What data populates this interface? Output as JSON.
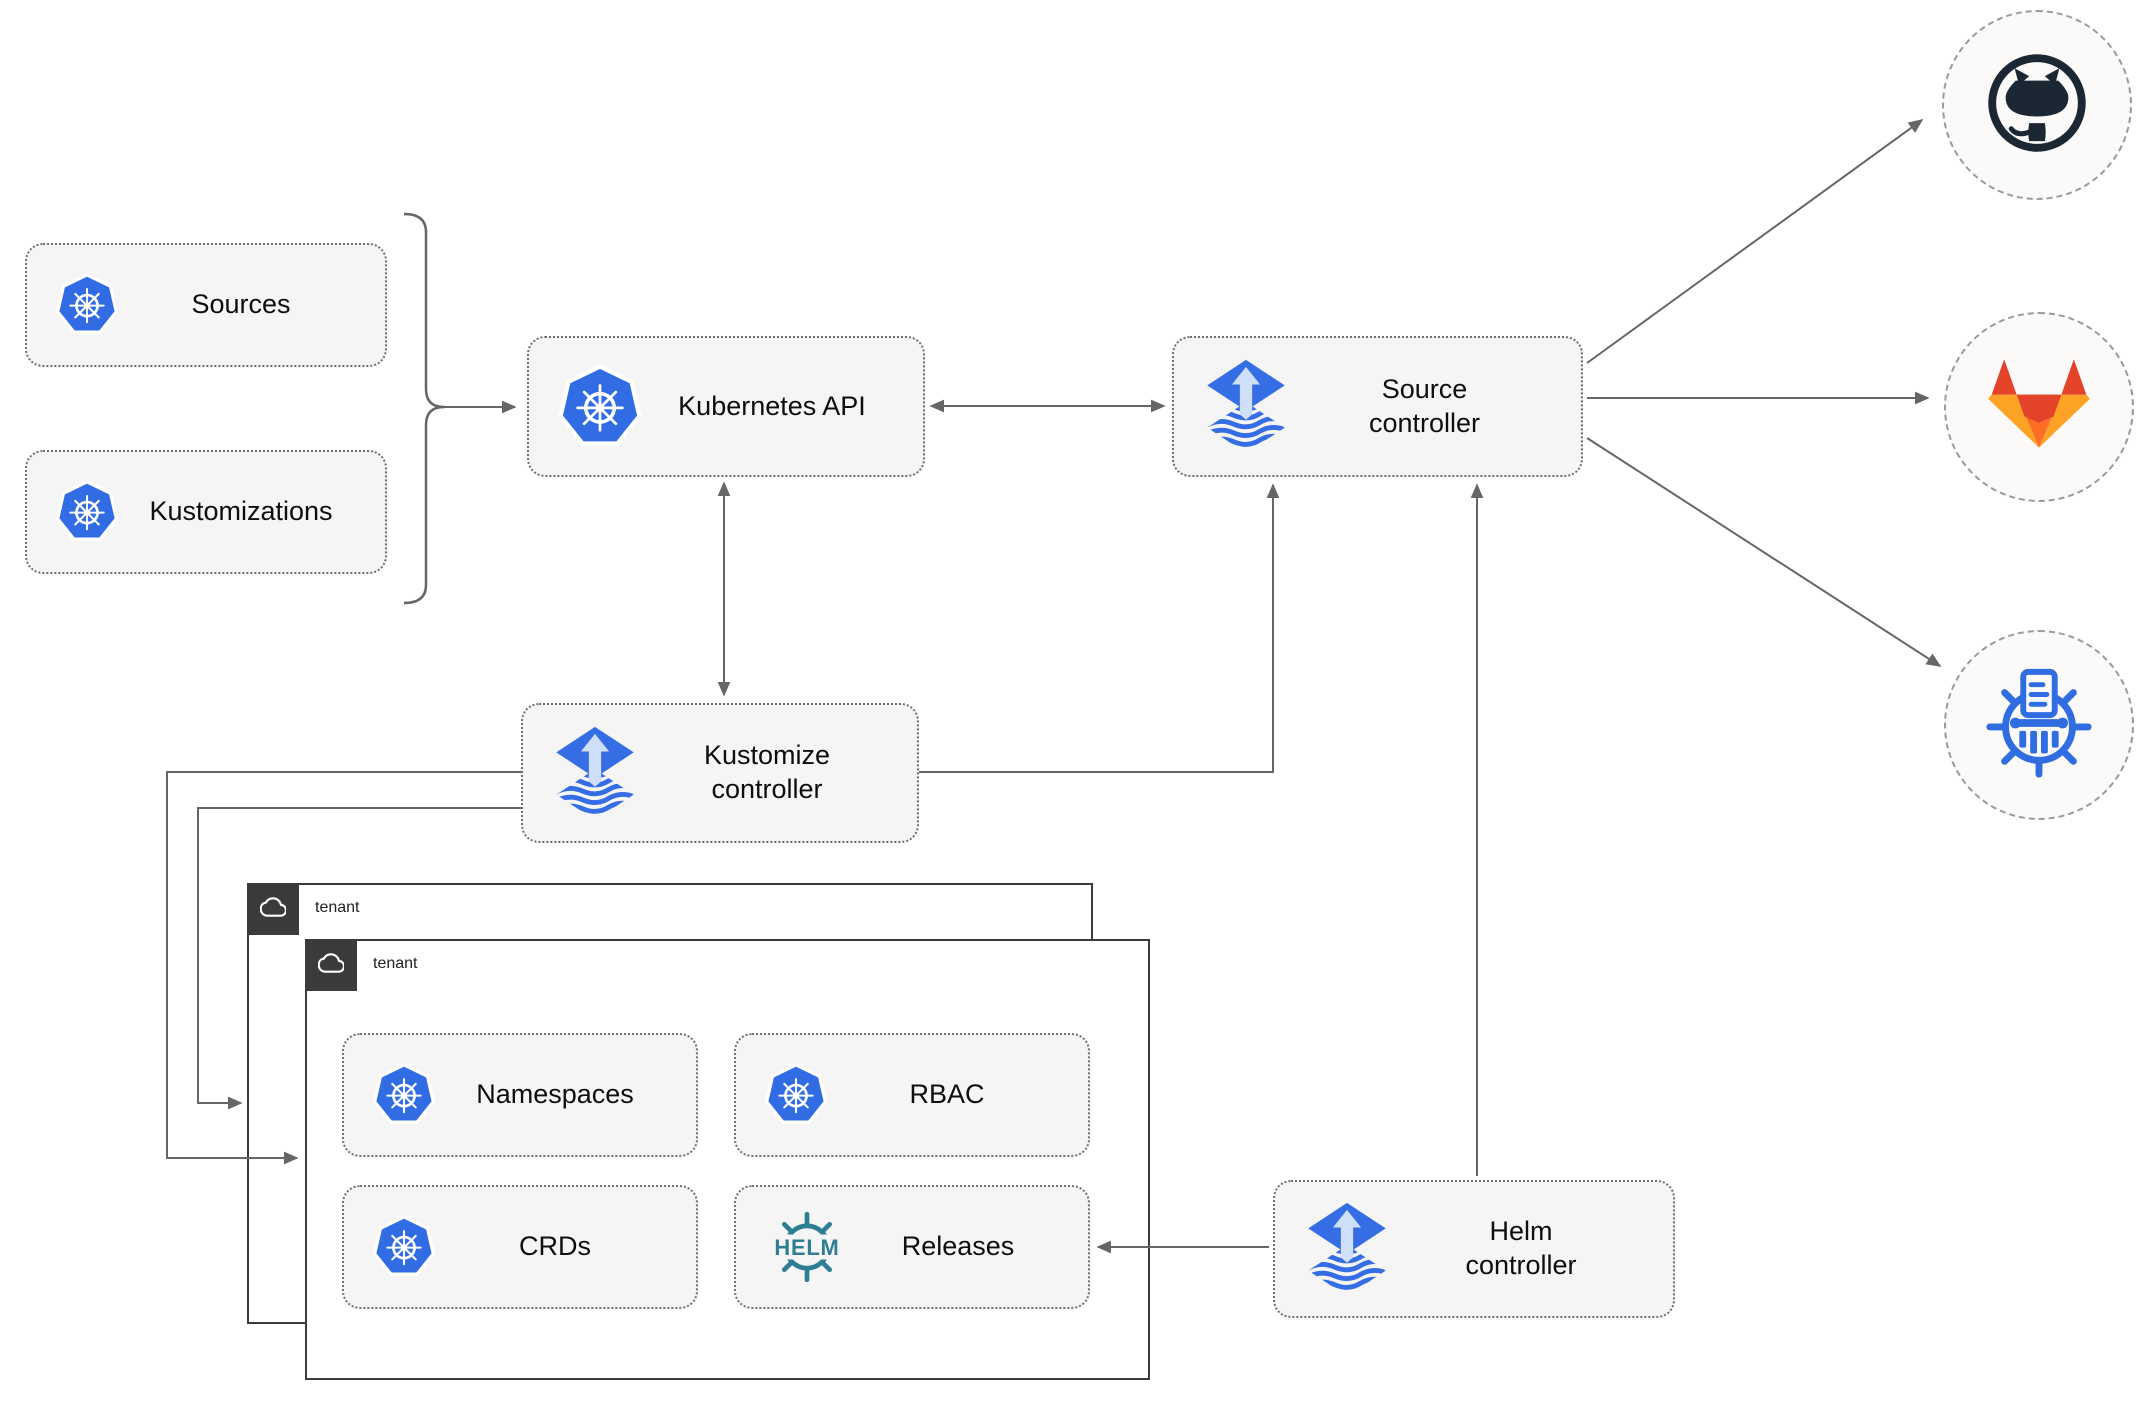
{
  "colors": {
    "canvas_bg": "#ffffff",
    "node_fill": "#f5f5f5",
    "node_border": "#6f6f6f",
    "arrow": "#666666",
    "tenant_border": "#3b3b3b",
    "tenant_tab_bg": "#3b3b3b",
    "kubernetes_blue": "#326ce5",
    "flux_blue": "#356de4",
    "flux_arrow_light": "#cfdff8",
    "helm_teal": "#2e7e93",
    "github_dark": "#1b2733",
    "gitlab_red": "#e24329",
    "gitlab_orange": "#fc6d26",
    "gitlab_yellow": "#fca326",
    "harbor_blue": "#2f6de0",
    "circle_fill": "#fbfaf8",
    "circle_border": "#9a9a9a"
  },
  "nodes": {
    "sources": {
      "label": "Sources",
      "icon": "kubernetes-icon"
    },
    "kustomizations": {
      "label": "Kustomizations",
      "icon": "kubernetes-icon"
    },
    "kubernetes_api": {
      "label": "Kubernetes API",
      "icon": "kubernetes-icon"
    },
    "source_controller": {
      "label": "Source controller",
      "icon": "flux-icon"
    },
    "kustomize_controller": {
      "label": "Kustomize controller",
      "icon": "flux-icon"
    },
    "helm_controller": {
      "label": "Helm controller",
      "icon": "flux-icon"
    },
    "namespaces": {
      "label": "Namespaces",
      "icon": "kubernetes-icon"
    },
    "rbac": {
      "label": "RBAC",
      "icon": "kubernetes-icon"
    },
    "crds": {
      "label": "CRDs",
      "icon": "kubernetes-icon"
    },
    "releases": {
      "label": "Releases",
      "icon": "helm-icon"
    }
  },
  "groups": {
    "tenant_back": {
      "label": "tenant",
      "icon": "cloud-icon"
    },
    "tenant_front": {
      "label": "tenant",
      "icon": "cloud-icon"
    }
  },
  "logos": {
    "helm_wordmark": "HELM"
  },
  "endpoints": {
    "github": {
      "icon": "github-icon"
    },
    "gitlab": {
      "icon": "gitlab-icon"
    },
    "registry": {
      "icon": "harbor-registry-icon"
    }
  }
}
